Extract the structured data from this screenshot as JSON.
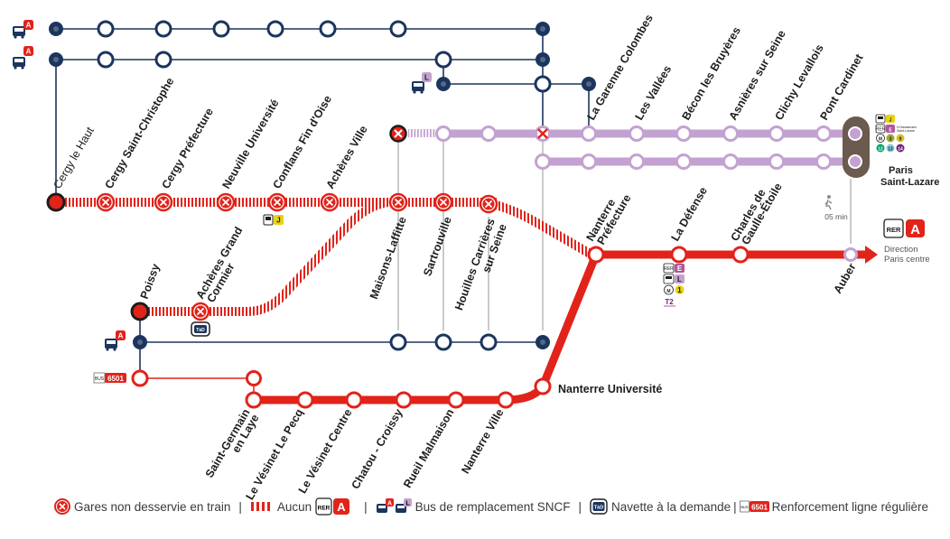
{
  "colors": {
    "navy": "#1b355e",
    "red": "#e2231a",
    "lilac": "#c3a2d1",
    "gray": "#a8a8a8",
    "brown": "#6b5a4e",
    "yellow": "#e8d311",
    "magenta": "#b0579f",
    "green": "#00a26b",
    "darkblue": "#1b355e"
  },
  "rer_a": {
    "branches_west": [
      "Cergy le Haut",
      "Cergy Saint-Christophe",
      "Cergy Préfecture",
      "Neuville Université",
      "Conflans Fin d'Oise",
      "Achères Ville"
    ],
    "middle": [
      "Maisons-Laffitte",
      "Sartrouville",
      "Houilles Carrières sur Seine"
    ],
    "poissy_branch": [
      "Poissy",
      "Achères Grand Cormier"
    ],
    "saint_germain_branch": [
      "Saint-Germain en Laye",
      "Le Vésinet Le Pecq",
      "Le Vésinet Centre",
      "Chatou - Croissy",
      "Rueil Malmaison",
      "Nanterre Ville",
      "Nanterre Université"
    ],
    "trunk": [
      "Nanterre Préfecture",
      "La Défense",
      "Charles de Gaulle-Étoile",
      "Auber"
    ],
    "direction": "Direction Paris centre"
  },
  "line_l": {
    "stations": [
      "La Garenne Colombes",
      "Les Vallées",
      "Bécon les Bruyères",
      "Asnières sur Seine",
      "Clichy Levallois",
      "Pont Cardinet"
    ],
    "terminus": "Paris Saint-Lazare"
  },
  "labels": {
    "cergy_le_haut": "Cergy le Haut",
    "cergy_st_christophe": "Cergy Saint-Christophe",
    "cergy_prefecture": "Cergy Préfecture",
    "neuville": "Neuville Université",
    "conflans": "Conflans Fin d'Oise",
    "acheres_ville": "Achères Ville",
    "maisons": "Maisons-Laffitte",
    "sartrouville": "Sartrouville",
    "houilles_1": "Houilles Carrières",
    "houilles_2": "sur Seine",
    "poissy": "Poissy",
    "acheres_gc_1": "Achères Grand",
    "acheres_gc_2": "Cormier",
    "sgl_1": "Saint-Germain",
    "sgl_2": "en Laye",
    "vesinet_pecq": "Le Vésinet Le Pecq",
    "vesinet_centre": "Le Vésinet Centre",
    "chatou": "Chatou - Croissy",
    "rueil": "Rueil Malmaison",
    "nanterre_ville": "Nanterre Ville",
    "nanterre_univ": "Nanterre Université",
    "nanterre_pref_1": "Nanterre",
    "nanterre_pref_2": "Préfecture",
    "la_defense": "La Défense",
    "cdg_1": "Charles de",
    "cdg_2": "Gaulle-Étoile",
    "auber": "Auber",
    "garenne": "La Garenne Colombes",
    "vallees": "Les Vallées",
    "becon": "Bécon les Bruyères",
    "asnieres": "Asnières sur Seine",
    "clichy": "Clichy Levallois",
    "pont_cardinet": "Pont Cardinet",
    "st_lazare_1": "Paris",
    "st_lazare_2": "Saint-Lazare",
    "walk_time": "05 min",
    "direction_1": "Direction",
    "direction_2": "Paris centre",
    "rer_text": "RER",
    "a_text": "A",
    "l_text": "L",
    "e_text": "E",
    "j_text": "J",
    "bus_text": "BUS",
    "bus_6501": "6501",
    "tad": "TàD",
    "t2": "T2",
    "m1": "1",
    "m3": "3",
    "m9": "9",
    "m12": "12",
    "m13": "13",
    "m14": "14",
    "haussmann": "H.Haussmann",
    "st_lazare_mini": "Saint-Lazare"
  },
  "legend": {
    "not_served": "Gares non desservie en train",
    "aucun": "Aucun",
    "bus_remplacement": "Bus de remplacement SNCF",
    "navette": "Navette à la demande",
    "renforcement": "Renforcement ligne régulière",
    "separator": "|"
  }
}
